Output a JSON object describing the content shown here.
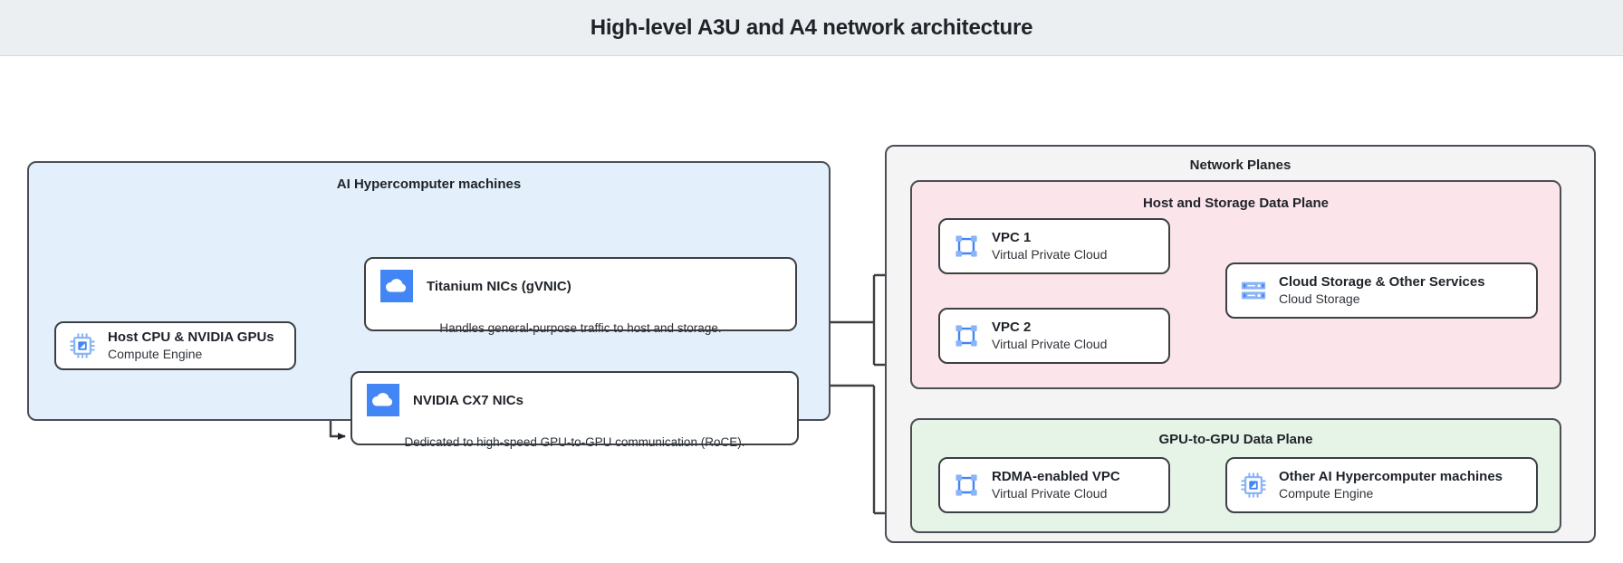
{
  "header": {
    "title": "High-level A3U and A4 network architecture"
  },
  "groups": {
    "hypercomputer": {
      "label": "AI Hypercomputer machines",
      "fill": "#e3f0fb"
    },
    "network_planes": {
      "label": "Network Planes",
      "fill": "#f4f4f4"
    },
    "host_storage_plane": {
      "label": "Host and Storage Data Plane",
      "fill": "#fbe4ea"
    },
    "gpu_plane": {
      "label": "GPU-to-GPU Data Plane",
      "fill": "#e6f3e7"
    }
  },
  "nodes": {
    "host_cpu": {
      "title": "Host CPU & NVIDIA GPUs",
      "subtitle": "Compute Engine",
      "icon": "cpu-chip-icon"
    },
    "titanium_nics": {
      "title": "Titanium NICs (gVNIC)",
      "note": "Handles general-purpose traffic to host and storage.",
      "icon": "cloud-icon"
    },
    "cx7_nics": {
      "title": "NVIDIA CX7 NICs",
      "note": "Dedicated to high-speed GPU-to-GPU communication (RoCE).",
      "icon": "cloud-icon"
    },
    "vpc1": {
      "title": "VPC 1",
      "subtitle": "Virtual Private Cloud",
      "icon": "vpc-icon"
    },
    "vpc2": {
      "title": "VPC 2",
      "subtitle": "Virtual Private Cloud",
      "icon": "vpc-icon"
    },
    "cloud_storage": {
      "title": "Cloud Storage & Other Services",
      "subtitle": "Cloud Storage",
      "icon": "storage-rack-icon"
    },
    "rdma_vpc": {
      "title": "RDMA-enabled VPC",
      "subtitle": "Virtual Private Cloud",
      "icon": "vpc-icon"
    },
    "other_machines": {
      "title": "Other AI Hypercomputer machines",
      "subtitle": "Compute Engine",
      "icon": "cpu-chip-icon"
    }
  },
  "colors": {
    "titlebar_bg": "#eceff1",
    "stroke": "#3c4043",
    "icon_blue": "#4285f4",
    "icon_blue_light": "#8ab4f8",
    "blue_panel": "#e3f0fb",
    "pink_panel": "#fbe4ea",
    "green_panel": "#e6f3e7",
    "gray_panel": "#f4f4f4"
  }
}
